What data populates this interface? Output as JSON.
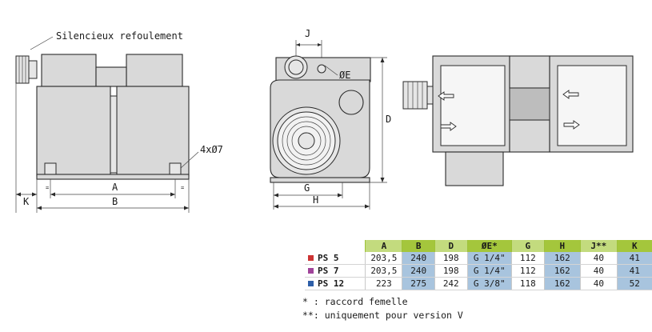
{
  "labels": {
    "silencer": "Silencieux refoulement",
    "holes": "4xØ7",
    "A": "A",
    "B": "B",
    "K": "K",
    "J": "J",
    "E": "ØE",
    "D": "D",
    "G": "G",
    "H": "H"
  },
  "colors": {
    "header_green": "#a4c63c",
    "header_green_light": "#c3db7e",
    "cell_blue": "#a8c4de",
    "ps5": "#cc3333",
    "ps7": "#a0449a",
    "ps12": "#2e5fa8"
  },
  "table": {
    "headers": [
      "",
      "A",
      "B",
      "D",
      "ØE*",
      "G",
      "H",
      "J**",
      "K"
    ],
    "rows": [
      {
        "model": "PS 5",
        "values": [
          "203,5",
          "240",
          "198",
          "G 1/4\"",
          "112",
          "162",
          "40",
          "41"
        ]
      },
      {
        "model": "PS 7",
        "values": [
          "203,5",
          "240",
          "198",
          "G 1/4\"",
          "112",
          "162",
          "40",
          "41"
        ]
      },
      {
        "model": "PS 12",
        "values": [
          "223",
          "275",
          "242",
          "G 3/8\"",
          "118",
          "162",
          "40",
          "52"
        ]
      }
    ]
  },
  "notes": [
    "* : raccord femelle",
    "**: uniquement pour version V"
  ]
}
